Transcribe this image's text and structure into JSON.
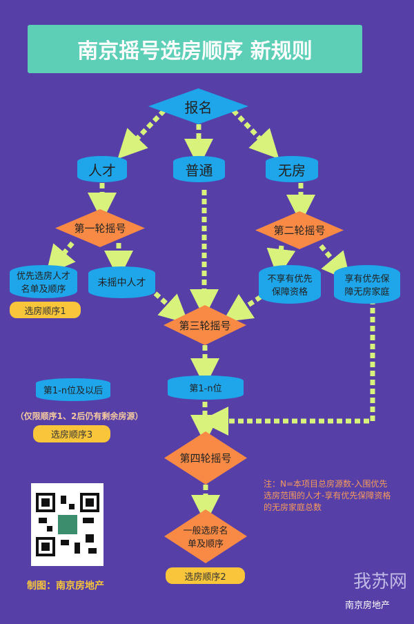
{
  "title": "南京摇号选房顺序 新规则",
  "nodes": {
    "signup": "报名",
    "talent": "人才",
    "ordinary": "普通",
    "no_house": "无房",
    "round1": "第一轮摇号",
    "round2": "第二轮摇号",
    "round3": "第三轮摇号",
    "round4": "第四轮摇号",
    "priority_talent": "优先选房人才名单及顺序",
    "unselected_talent": "未摇中人才",
    "no_priority": "不享有优先保障资格",
    "priority_family": "享有优先保障无房家庭",
    "rank_1n": "第1-n位",
    "rank_1n_after": "第1-n位及以后",
    "general_list": "一般选房名单及顺序"
  },
  "labels": {
    "order1": "选房顺序1",
    "order2": "选房顺序2",
    "order3": "选房顺序3",
    "order3_condition": "（仅限顺序1、2后仍有剩余房源）"
  },
  "note": "注：N=本项目总房源数-入围优先选房范围的人才-享有优先保障资格的无房家庭总数",
  "credit": "制图：南京房地产",
  "watermark": {
    "site": "我苏网",
    "account": "南京房地产"
  },
  "colors": {
    "bg": "#5640a8",
    "blue": "#1ea5ea",
    "orange": "#f98a45",
    "yellow": "#f8c53b",
    "arrow": "#d8f27c"
  }
}
